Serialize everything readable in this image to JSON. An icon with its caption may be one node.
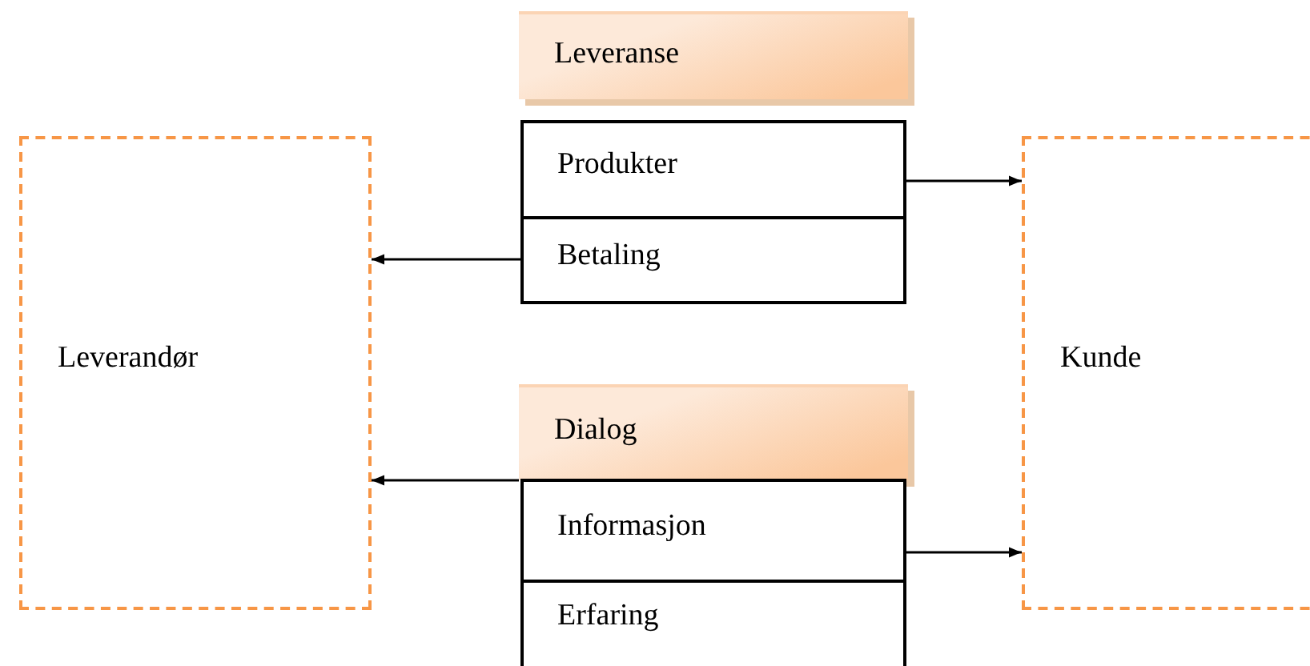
{
  "diagram": {
    "nodes": [
      {
        "text": [
          "Leverandør"
        ]
      },
      {
        "text": [
          "Leveranse"
        ]
      },
      {
        "text": [
          "Produkter"
        ]
      },
      {
        "text": [
          "Betaling"
        ]
      },
      {
        "text": [
          "Kunde"
        ]
      },
      {
        "text": [
          "Dialog"
        ]
      },
      {
        "text": [
          "Informasjon"
        ]
      },
      {
        "text": [
          "Erfaring"
        ]
      }
    ],
    "edges": [
      {
        "from": 2,
        "to": 4,
        "arrow": "to"
      },
      {
        "from": 3,
        "to": 0,
        "arrow": "to"
      },
      {
        "from": 5,
        "to": 0,
        "arrow": "to"
      },
      {
        "from": 6,
        "to": 4,
        "arrow": "to"
      }
    ]
  }
}
